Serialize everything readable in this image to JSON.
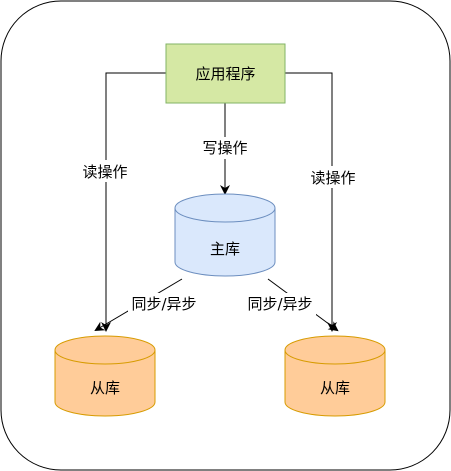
{
  "diagram": {
    "nodes": {
      "app": {
        "label": "应用程序",
        "fill": "#d5e8a4",
        "stroke": "#82b366"
      },
      "master": {
        "label": "主库",
        "fill": "#dae8fc",
        "stroke": "#6c8ebf"
      },
      "slave_left": {
        "label": "从库",
        "fill": "#ffcc99",
        "stroke": "#d79b00"
      },
      "slave_right": {
        "label": "从库",
        "fill": "#ffcc99",
        "stroke": "#d79b00"
      }
    },
    "edges": {
      "write": {
        "label": "写操作"
      },
      "read_left": {
        "label": "读操作"
      },
      "read_right": {
        "label": "读操作"
      },
      "sync_left": {
        "label": "同步/异步"
      },
      "sync_right": {
        "label": "同步/异步"
      }
    }
  }
}
